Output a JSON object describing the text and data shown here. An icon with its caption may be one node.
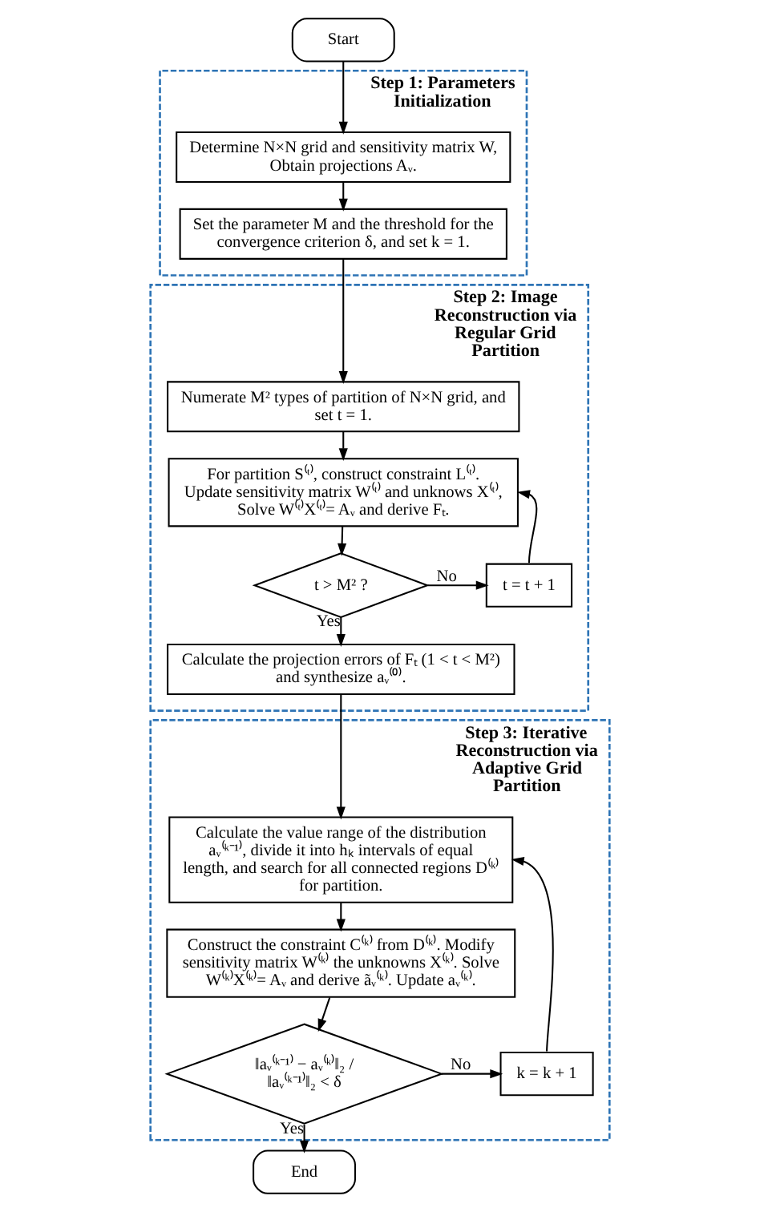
{
  "diagram": {
    "nodes": [
      {
        "text": [
          "Start"
        ]
      },
      {
        "text": [
          "Step 1: Parameters Initialization"
        ]
      },
      {
        "text": [
          "Determine N×N grid and sensitivity matrix W, Obtain projections Aᵥ."
        ],
        "in": 1
      },
      {
        "text": [
          "Set the parameter M and the threshold for the convergence criterion δ, and set k = 1."
        ],
        "in": 1
      },
      {
        "text": [
          "Step 2: Image Reconstruction via Regular Grid Partition"
        ]
      },
      {
        "text": [
          "Numerate M² types of partition of N×N grid, and set t = 1."
        ],
        "in": 4
      },
      {
        "text": [
          "For partition S⁽ᵗ⁾, construct constraint L⁽ᵗ⁾. Update sensitivity matrix W⁽ᵗ⁾ and unknows X⁽ᵗ⁾, Solve W⁽ᵗ⁾X⁽ᵗ⁾= Aᵥ and derive Fₜ."
        ],
        "in": 4
      },
      {
        "text": [
          "t > M² ?"
        ],
        "in": 4
      },
      {
        "text": [
          "t = t + 1"
        ],
        "in": 4
      },
      {
        "text": [
          "Calculate the projection errors of Fₜ (1 < t < M²) and synthesize aᵥ⁽⁰⁾."
        ],
        "in": 4
      },
      {
        "text": [
          "Step 3: Iterative Reconstruction via Adaptive Grid Partition"
        ]
      },
      {
        "text": [
          "Calculate the value range of the distribution aᵥ⁽ᵏ⁻¹⁾, divide it into hₖ intervals of equal length, and search for all connected regions D⁽ᵏ⁾ for partition."
        ],
        "in": 10
      },
      {
        "text": [
          "Construct the constraint C⁽ᵏ⁾ from D⁽ᵏ⁾. Modify sensitivity matrix W⁽ᵏ⁾ the unknowns X⁽ᵏ⁾. Solve W⁽ᵏ⁾X⁽ᵏ⁾= Aᵥ and derive ãᵥ⁽ᵏ⁾. Update aᵥ⁽ᵏ⁾."
        ],
        "in": 10
      },
      {
        "text": [
          "‖aᵥ⁽ᵏ⁻¹⁾ − aᵥ⁽ᵏ⁾‖₂ / ‖aᵥ⁽ᵏ⁻¹⁾‖₂ < δ"
        ],
        "in": 10
      },
      {
        "text": [
          "k = k + 1"
        ],
        "in": 10
      },
      {
        "text": [
          "End"
        ]
      }
    ],
    "edges": [
      {
        "from": 0,
        "to": 2,
        "arrow": "to"
      },
      {
        "from": 2,
        "to": 3,
        "arrow": "to"
      },
      {
        "from": 3,
        "to": 5,
        "arrow": "to"
      },
      {
        "from": 5,
        "to": 6,
        "arrow": "to"
      },
      {
        "from": 6,
        "to": 7,
        "arrow": "to"
      },
      {
        "from": 7,
        "to": 8,
        "arrow": "to",
        "label": "No"
      },
      {
        "from": 8,
        "to": 6,
        "arrow": "to"
      },
      {
        "from": 7,
        "to": 9,
        "arrow": "to",
        "label": "Yes"
      },
      {
        "from": 9,
        "to": 11,
        "arrow": "to"
      },
      {
        "from": 11,
        "to": 12,
        "arrow": "to"
      },
      {
        "from": 12,
        "to": 13,
        "arrow": "to"
      },
      {
        "from": 13,
        "to": 14,
        "arrow": "to",
        "label": "No"
      },
      {
        "from": 14,
        "to": 11,
        "arrow": "to"
      },
      {
        "from": 13,
        "to": 15,
        "arrow": "to",
        "label": "Yes"
      }
    ]
  }
}
